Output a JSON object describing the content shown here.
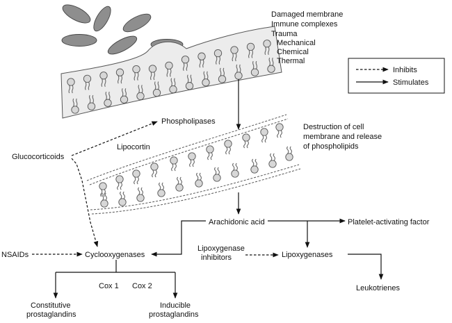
{
  "insult_lines": [
    "Damaged membrane",
    "Immune complexes",
    "Trauma",
    "Mechanical",
    "Chemical",
    "Thermal"
  ],
  "legend": {
    "inhibits": "Inhibits",
    "stimulates": "Stimulates"
  },
  "nodes": {
    "phospholipases": "Phospholipases",
    "lipocortin": "Lipocortin",
    "glucocorticoids": "Glucocorticoids",
    "destruction_lines": [
      "Destruction of cell",
      "membrane and release",
      "of phospholipids"
    ],
    "arachidonic_acid": "Arachidonic acid",
    "platelet_activating_factor": "Platelet-activating factor",
    "nsaids": "NSAIDs",
    "cyclooxygenases": "Cyclooxygenases",
    "lipoxygenase_inhibitors_lines": [
      "Lipoxygenase",
      "inhibitors"
    ],
    "lipoxygenases": "Lipoxygenases",
    "cox1": "Cox 1",
    "cox2": "Cox 2",
    "leukotrienes": "Leukotrienes",
    "constitutive_lines": [
      "Constitutive",
      "prostaglandins"
    ],
    "inducible_lines": [
      "Inducible",
      "prostaglandins"
    ]
  }
}
